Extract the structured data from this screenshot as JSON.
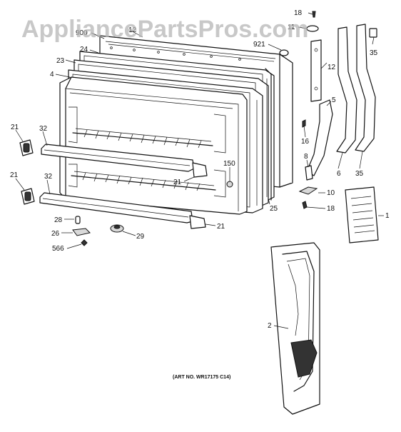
{
  "watermark": "AppliancePartsPros.com",
  "art_number": "(ART NO. WR17175 C14)",
  "callouts": {
    "c18a": "18",
    "c11": "11",
    "c900": "900",
    "c12a": "12",
    "c921": "921",
    "c35a": "35",
    "c24": "24",
    "c23": "23",
    "c12b": "12",
    "c4": "4",
    "c5": "5",
    "c16": "16",
    "c21a": "21",
    "c32a": "32",
    "c8": "8",
    "c150": "150",
    "c6": "6",
    "c35b": "35",
    "c21b": "21",
    "c32b": "32",
    "c21c": "21",
    "c10": "10",
    "c25": "25",
    "c18b": "18",
    "c1": "1",
    "c28": "28",
    "c21d": "21",
    "c26": "26",
    "c29": "29",
    "c566": "566",
    "c2": "2"
  }
}
